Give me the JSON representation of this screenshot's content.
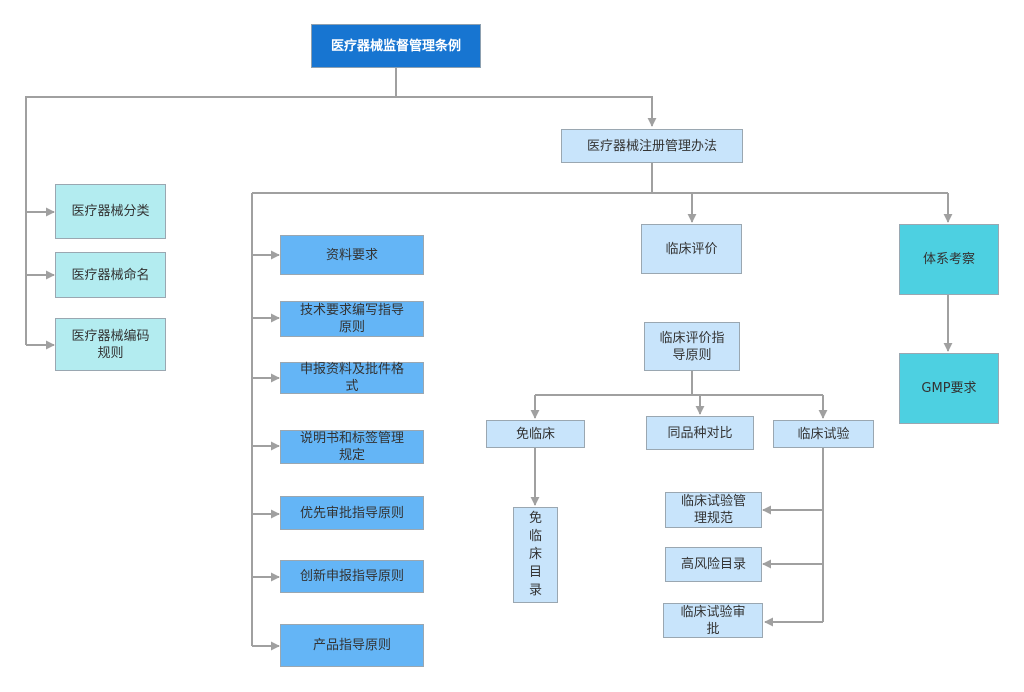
{
  "nodes": {
    "root": "医疗器械监督管理条例",
    "registration": "医疗器械注册管理办法",
    "classification": "医疗器械分类",
    "naming": "医疗器械命名",
    "coding": "医疗器械编码\n规则",
    "materials": "资料要求",
    "tech_guide": "技术要求编写指导\n原则",
    "format": "申报资料及批件格\n式",
    "labeling": "说明书和标签管理\n规定",
    "priority": "优先审批指导原则",
    "innovation": "创新申报指导原则",
    "product_guide": "产品指导原则",
    "clinical_eval": "临床评价",
    "clinical_guide": "临床评价指\n导原则",
    "exempt": "免临床",
    "exempt_list": "免\n临\n床\n目\n录",
    "same_type": "同品种对比",
    "trial": "临床试验",
    "gcp": "临床试验管\n理规范",
    "high_risk": "高风险目录",
    "trial_approval": "临床试验审\n批",
    "system_check": "体系考察",
    "gmp": "GMP要求"
  },
  "colors": {
    "root_fill": "#1775d1",
    "cyan_fill": "#b3ecf0",
    "blue_fill": "#64b5f6",
    "light_fill": "#c8e4fb",
    "teal_fill": "#4dd0e1",
    "connector": "#a0a0a0"
  }
}
